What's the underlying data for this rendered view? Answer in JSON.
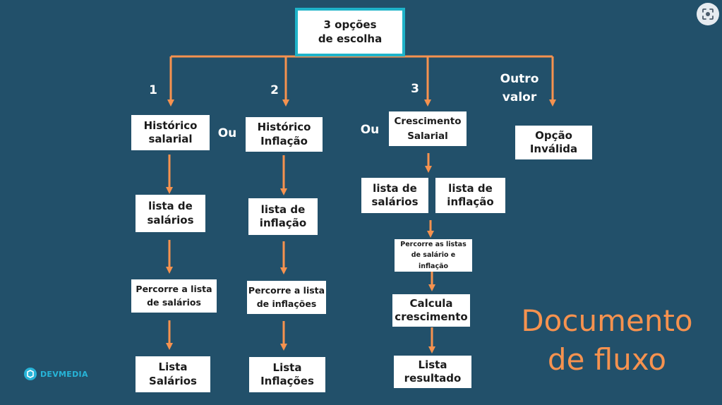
{
  "colors": {
    "background": "#22506a",
    "arrow": "#f6924f",
    "highlight_border": "#1fb3c9",
    "box": "#ffffff",
    "title_text": "#f6924f"
  },
  "root": {
    "text": "3 opções\nde escolha"
  },
  "branch_labels": [
    "1",
    "2",
    "3",
    "Outro\nvalor"
  ],
  "or_labels": [
    "Ou",
    "Ou"
  ],
  "branch1": {
    "head": "Histórico\nsalarial",
    "list": "lista de\nsalários",
    "loop": "Percorre a lista\nde salários",
    "result": "Lista\nSalários"
  },
  "branch2": {
    "head": "Histórico\nInflação",
    "list": "lista de\ninflação",
    "loop": "Percorre a lista\nde inflações",
    "result": "Lista\nInflações"
  },
  "branch3": {
    "head": "Crescimento\nSalarial",
    "list_a": "lista de\nsalários",
    "list_b": "lista de\ninflação",
    "loop": "Percorre as listas\nde salário e\ninflação",
    "calc": "Calcula\ncrescimento",
    "result": "Lista\nresultado"
  },
  "branch4": {
    "head": "Opção\nInválida"
  },
  "title": "Documento\nde fluxo",
  "brand": "DEVMEDIA",
  "icons": {
    "brand_logo": "devmedia-logo",
    "corner_button": "lens-icon"
  }
}
